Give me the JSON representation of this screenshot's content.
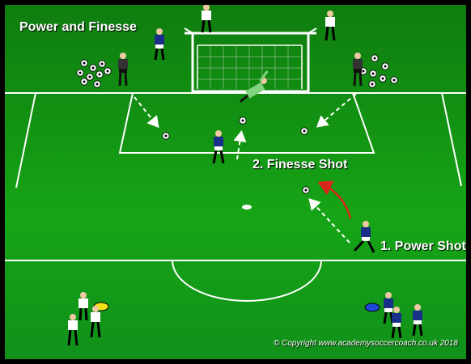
{
  "title": "Power and Finesse",
  "labels": {
    "finesse_shot": "2. Finesse Shot",
    "power_shot": "1. Power Shot"
  },
  "copyright": "© Copyright www.academysoccercoach.co.uk 2018",
  "colors": {
    "pitch": "#16a516",
    "lines": "#ffffff",
    "team_blue": "#1a2f8a",
    "team_white": "#ffffff",
    "keeper": "#7fd27f",
    "power_arrow": "#d8261b",
    "disc_yellow": "#f3e21a",
    "disc_blue": "#1e49d8"
  },
  "icons": [
    "soccer-ball-icon",
    "player-icon",
    "goalkeeper-icon",
    "cone-disc-icon"
  ]
}
